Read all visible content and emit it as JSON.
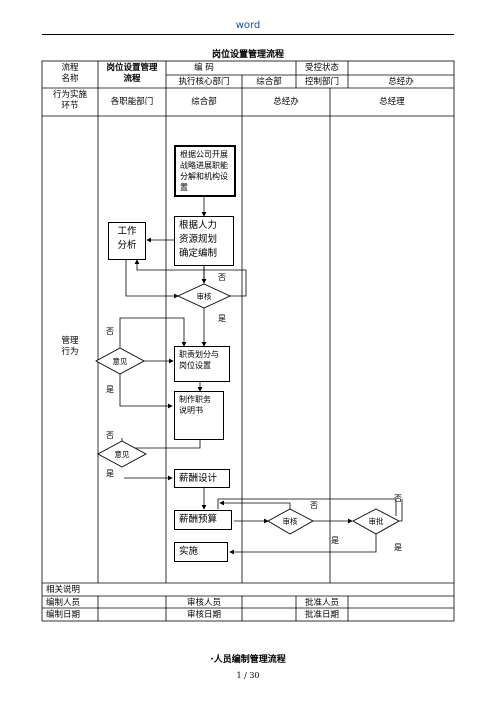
{
  "header": {
    "word": "word",
    "title": "岗位设置管理流程"
  },
  "table": {
    "process_name_label": "流程\n名称",
    "process_name_value": "岗位设置管理\n流程",
    "code_label": "编    码",
    "controlled_status_label": "受控状态",
    "exec_dept_label": "执行核心部门",
    "exec_dept_value": "综合部",
    "control_dept_label": "控制部门",
    "control_dept_value": "总经办",
    "stage_label": "行为实施\n环节",
    "lanes": [
      "各职能部门",
      "综合部",
      "总经办",
      "总经理"
    ],
    "mgmt_label": "管理\n行为",
    "related_label": "相关说明",
    "compiler_label": "编制人员",
    "reviewer_label": "审核人员",
    "approver_label": "批准人员",
    "compile_date_label": "编制日期",
    "review_date_label": "审核日期",
    "approve_date_label": "批准日期"
  },
  "flow": {
    "start": "根据公司开展战略进展职能分解和机构设置",
    "work_analysis": "工作\n分析",
    "hr_plan": "根据人力\n资源规划\n确定编制",
    "review1": "审核",
    "opinion1": "意见",
    "duty_division": "职责划分与\n岗位设置",
    "job_desc": "制作职务\n说明书",
    "opinion2": "意见",
    "salary_design": "薪酬设计",
    "salary_budget": "薪酬预算",
    "review2": "审核",
    "approve": "审批",
    "implement": "实施",
    "yes": "是",
    "no": "否"
  },
  "footer": {
    "title": "·人员编制管理流程",
    "page": "1  /  30"
  }
}
